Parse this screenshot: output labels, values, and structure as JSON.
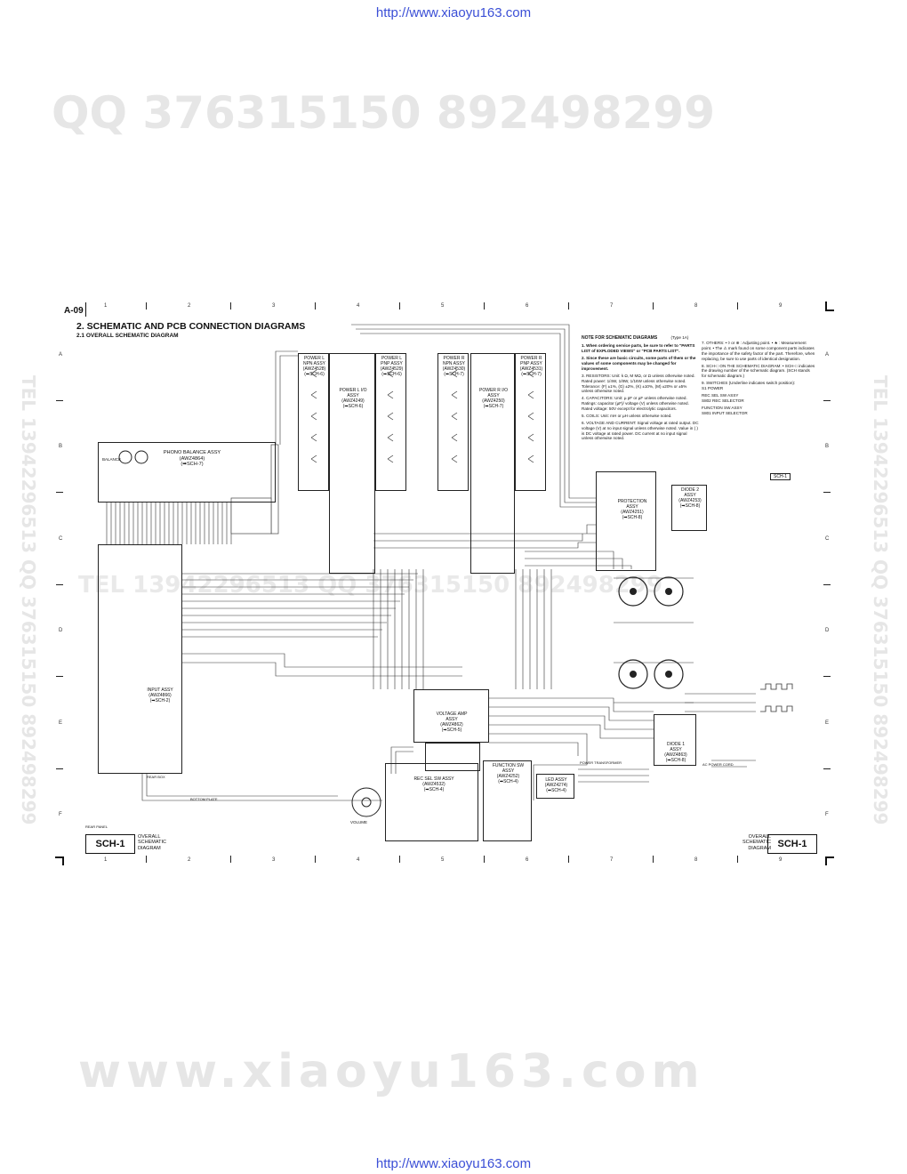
{
  "header_url": "http://www.xiaoyu163.com",
  "footer_url": "http://www.xiaoyu163.com",
  "watermark_top": "QQ 376315150   892498299",
  "watermark_mid": "TEL 13942296513   QQ 376315150   892498299",
  "watermark_side": "TEL 13942296513  QQ 376315150  892498299",
  "watermark_bottom": "www.xiaoyu163.com",
  "page_number": "A-09",
  "section_title": "2.  SCHEMATIC AND PCB CONNECTION DIAGRAMS",
  "section_subtitle": "2.1  OVERALL SCHEMATIC DIAGRAM",
  "column_numbers": [
    "1",
    "2",
    "3",
    "4",
    "5",
    "6",
    "7",
    "8",
    "9"
  ],
  "row_letters": [
    "A",
    "B",
    "C",
    "D",
    "E",
    "F"
  ],
  "blocks": {
    "phono_balance": "PHONO BALANCE ASSY\n(AWZ4864)\n(➡SCH-7)",
    "power_l_npn": "POWER L\nNPN ASSY\n(AWZ4528)\n(➡SCH-6)",
    "power_l_pnp": "POWER L\nPNP ASSY\n(AWZ4529)\n(➡SCH-6)",
    "power_l_io": "POWER L I/O\nASSY\n(AWZ4249)\n(➡SCH-6)",
    "power_r_npn": "POWER R\nNPN ASSY\n(AWZ4530)\n(➡SCH-7)",
    "power_r_pnp": "POWER R\nPNP ASSY\n(AWZ4531)\n(➡SCH-7)",
    "power_r_io": "POWER R I/O\nASSY\n(AWZ4250)\n(➡SCH-7)",
    "input": "INPUT ASSY\n(AWZ4866)\n(➡SCH-2)",
    "protection": "PROTECTION\nASSY\n(AWZ4251)\n(➡SCH-8)",
    "diode2": "DIODE 2\nASSY\n(AWZ4253)\n(➡SCH-8)",
    "diode1": "DIODE 1\nASSY\n(AWZ4863)\n(➡SCH-8)",
    "voltage_amp": "VOLTAGE AMP\nASSY\n(AWZ4862)\n(➡SCH-5)",
    "rec_sel": "REC SEL SW ASSY\n(AWZ4532)\n(➡SCH-4)",
    "function_sw": "FUNCTION SW\nASSY\n(AWZ4252)\n(➡SCH-4)",
    "led": "LED ASSY\n(AWZ4274)\n(➡SCH-4)"
  },
  "small_labels": {
    "balance": "BALANCE",
    "volume": "VOLUME",
    "rear_panel": "REAR PANEL",
    "bottom_plate": "BOTTOM PLATE",
    "rear_box": "REAR BOX",
    "sch1_tag": "SCH-1",
    "ac_power": "AC POWER CORD",
    "power_transformer": "POWER TRANSFORMER"
  },
  "notes": {
    "heading": "NOTE FOR SCHEMATIC DIAGRAMS",
    "type": "(Type 1A)",
    "items": [
      "1. When ordering service parts, be sure to refer to \"PARTS LIST of EXPLODED VIEWS\" or \"PCB PARTS LIST\".",
      "2. Since these are basic circuits, some parts of them or the values of some components may be changed for improvement.",
      "3. RESISTORS: Unit: k Ω, M MΩ, or Ω unless otherwise noted. Rated power: 1/4W, 1/8W, 1/16W unless otherwise noted. Tolerance: (F) ±1%, (G) ±2%, (K) ±10%, (M) ±20% or ±5% unless otherwise noted.",
      "4. CAPACITORS: Unit: µ pF or µF unless otherwise noted. Ratings: capacitor (µF)/ voltage (V) unless otherwise noted. Rated voltage: 50V except for electrolytic capacitors.",
      "5. COILS: Unit: mH or µH unless otherwise noted.",
      "6. VOLTAGE AND CURRENT: Signal voltage at rated output. DC voltage (V) at no input signal unless otherwise noted. Value in ( ) is DC voltage at rated power. DC current at no input signal unless otherwise noted."
    ],
    "items_right": [
      "7. OTHERS: • ◊ or ⊕ : Adjusting point.  • ★ : Measurement point.  • The ⚠ mark found on some component parts indicates the importance of the safety factor of the part. Therefore, when replacing, be sure to use parts of identical designation.",
      "8. SCH-□ ON THE SCHEMATIC DIAGRAM: • SCH-□ indicates the drawing number of the schematic diagram. (SCH stands for schematic diagram.)",
      "9. SWITCHES (Underline indicates switch position):",
      "S1        POWER",
      "REC SEL SW ASSY",
      "S802    REC SELECTOR",
      "FUNCTION SW ASSY",
      "S801    INPUT SELECTOR"
    ]
  },
  "footer_left": {
    "label": "SCH-1",
    "caption": "OVERALL\nSCHEMATIC\nDIAGRAM"
  },
  "footer_right": {
    "label": "SCH-1",
    "caption": "OVERALL\nSCHEMATIC\nDIAGRAM"
  }
}
